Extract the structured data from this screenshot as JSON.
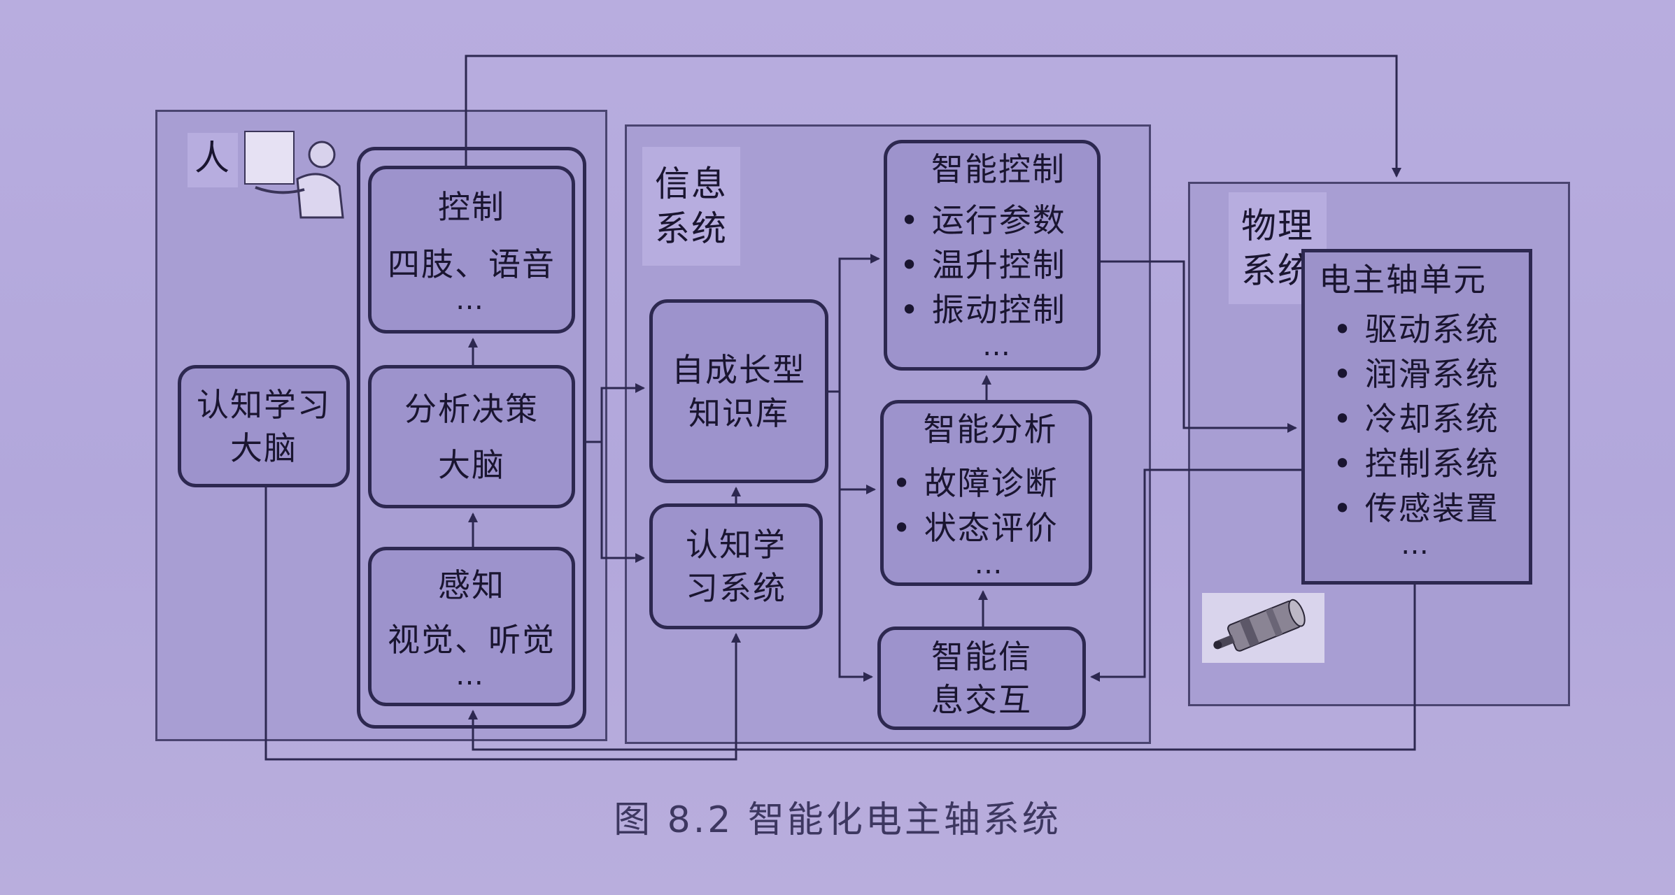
{
  "human": {
    "label": "人",
    "cognitive_brain": [
      "认知学习",
      "大脑"
    ],
    "control": {
      "title": "控制",
      "line": "四肢、语音",
      "more": "…"
    },
    "analysis": [
      "分析决策",
      "大脑"
    ],
    "perception": {
      "title": "感知",
      "line": "视觉、听觉",
      "more": "…"
    }
  },
  "info": {
    "label": [
      "信息",
      "系统"
    ],
    "knowledge_base": [
      "自成长型",
      "知识库"
    ],
    "learning_system": [
      "认知学",
      "习系统"
    ],
    "smart_control": {
      "title": "智能控制",
      "items": [
        "运行参数",
        "温升控制",
        "振动控制"
      ],
      "more": "…"
    },
    "smart_analysis": {
      "title": "智能分析",
      "items": [
        "故障诊断",
        "状态评价"
      ],
      "more": "…"
    },
    "smart_interaction": [
      "智能信",
      "息交互"
    ]
  },
  "physical": {
    "label": [
      "物理",
      "系统"
    ],
    "unit": {
      "title": "电主轴单元",
      "items": [
        "驱动系统",
        "润滑系统",
        "冷却系统",
        "控制系统",
        "传感装置"
      ],
      "more": "…"
    }
  },
  "caption": "图 8.2   智能化电主轴系统"
}
